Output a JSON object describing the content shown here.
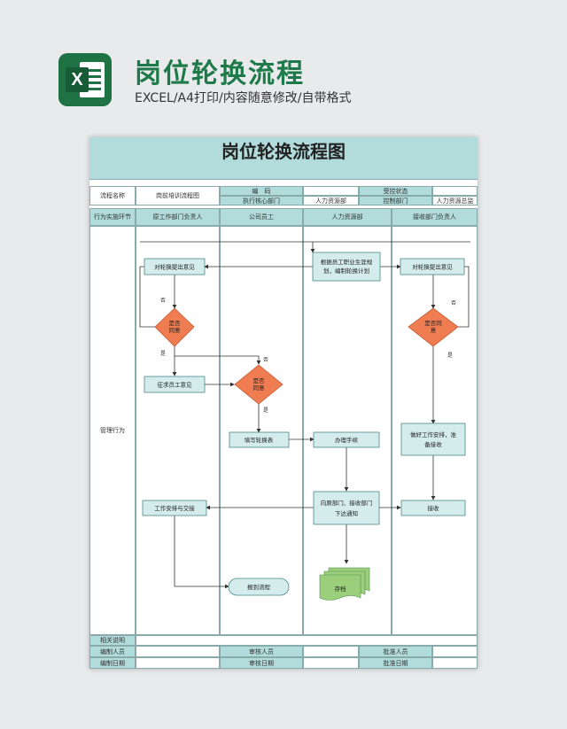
{
  "banner": {
    "title": "岗位轮换流程",
    "subtitle": "EXCEL/A4打印/内容随意修改/自带格式",
    "icon": "excel-icon",
    "icon_letter": "X"
  },
  "document": {
    "title": "岗位轮换流程图",
    "info": {
      "process_name_label": "流程名称",
      "process_name_value": "岗前培训流程图",
      "code_label": "编　码",
      "code_value": "",
      "status_label": "受控状态",
      "status_value": "",
      "exec_dept_label": "执行核心部门",
      "exec_dept_value": "人力资源部",
      "control_dept_label": "控制部门",
      "control_dept_value": "人力资源总监"
    },
    "lanes": {
      "row_label": "行为实施环节",
      "columns": [
        "原工作部门负责人",
        "公司员工",
        "人力资源部",
        "接收部门负责人"
      ],
      "behavior_label": "管理行为"
    },
    "flow": {
      "n1": "对轮换提出意见",
      "n2": [
        "根据员工职业生涯规",
        "划，编制轮换计划"
      ],
      "n3": "对轮换提出意见",
      "d1": [
        "是否",
        "同意"
      ],
      "d2": [
        "是否",
        "同意"
      ],
      "d3": [
        "是否同",
        "意"
      ],
      "n4": "征求员工意见",
      "n5": "填写轮换表",
      "n6": "办理手续",
      "n7": [
        "做好工作安排，准",
        "备接收"
      ],
      "n8": [
        "向原部门、接收部门",
        "下达通知"
      ],
      "n9": "工作安排与交接",
      "n10": "接收",
      "n11": "报到流程",
      "n12": "存档",
      "yes": "是",
      "no": "否"
    },
    "footer": {
      "notes_label": "相关说明",
      "preparer_label": "编制人员",
      "reviewer_label": "审核人员",
      "approver_label": "批准人员",
      "prep_date_label": "编制日期",
      "review_date_label": "审核日期",
      "approve_date_label": "批准日期"
    },
    "colors": {
      "header_fill": "#b2dcdc",
      "box_fill": "#d4ecec",
      "diamond_fill": "#f07d52",
      "doc_fill": "#9ccf7c",
      "border": "#4a8a8a"
    }
  }
}
